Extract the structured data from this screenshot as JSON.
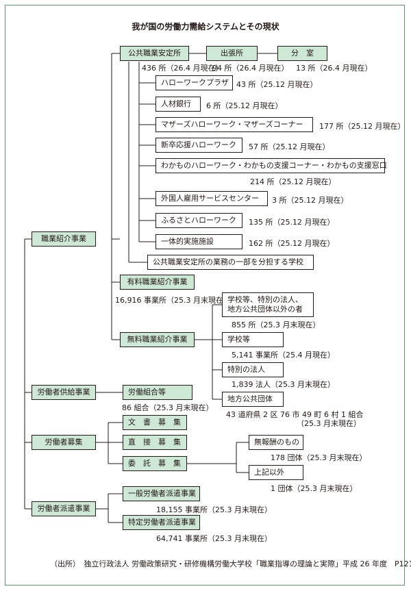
{
  "title": "我が国の労働力需給システムとその現状",
  "boxes": {
    "shokugyo": "職業紹介事業",
    "kyokyu": "労働者供給事業",
    "boshu": "労働者募集",
    "haken": "労働者派遣事業",
    "ankyo": "公共職業安定所",
    "shucho": "出張所",
    "bunshitsu": "分　室",
    "plaza": "ハローワークプラザ",
    "jinzai": "人材銀行",
    "mothers": "マザーズハローワーク・マザーズコーナー",
    "shinsotsu": "新卒応援ハローワーク",
    "wakamono": "わかものハローワーク・わかもの支援コーナー・わかもの支援窓口",
    "gaikokujin": "外国人雇用サービスセンター",
    "furusato": "ふるさとハローワーク",
    "ittai": "一体的実施施設",
    "gakko_bunsho": "公共職業安定所の業務の一部を分担する学校",
    "yuryo": "有料職業紹介事業",
    "muryo": "無料職業紹介事業",
    "gakkotou_l1": "学校等、特別の法人、",
    "gakkotou_l2": "地方公共団体以外の者",
    "gakkotou": "学校等",
    "tokubetsu": "特別の法人",
    "chiho": "地方公共団体",
    "kumiai": "労働組合等",
    "bunsho": "文　書　募　集",
    "chokusetsu": "直　接　募　集",
    "itaku": "委　託　募　集",
    "muhoshu": "無報酬のもの",
    "joki": "上記以外",
    "ippan": "一般労働者派遣事業",
    "tokutei": "特定労働者派遣事業"
  },
  "counts": {
    "ankyo": "436 所（26.4 月現在）",
    "shucho": "94 所（26.4 月現在）",
    "bunshitsu": "13 所（26.4 月現在）",
    "plaza": "43 所（25.12 月現在）",
    "jinzai": "6 所（25.12 月現在）",
    "mothers": "177 所（25.12 月現在）",
    "shinsotsu": "57 所（25.12 月現在）",
    "wakamono": "214 所（25.12 月現在）",
    "gaikokujin": "3 所（25.12 月現在）",
    "furusato": "135 所（25.12 月現在）",
    "ittai": "162 所（25.12 月現在）",
    "yuryo": "16,916 事業所（25.3 月末現在）",
    "gakkotou_ika": "855 所（25.3 月末現在）",
    "gakkotou": "5,141 事業所（25.4 月現在）",
    "tokubetsu": "1,839 法人（25.3 月末現在）",
    "chiho_l1": "43 道府県 2 区 76 市 49 町 6 村 1 組合",
    "chiho_l2": "（25.3 月末現在）",
    "kumiai": "86 組合（25.3 月末現在）",
    "muhoshu": "178 団体（25.3 月末現在）",
    "joki": "1 団体（25.3 月末現在）",
    "ippan": "18,155 事業所（25.3 月末現在）",
    "tokutei": "64,741 事業所（25.3 月末現在）"
  },
  "source": "（出所）　独立行政法人  労働政策研究・研修機構労働大学校「職業指導の理論と実際」平成 26 年度　P121",
  "colors": {
    "box_fill": "#cde8d5",
    "frame": "#5a9b6e",
    "line": "#231815"
  }
}
